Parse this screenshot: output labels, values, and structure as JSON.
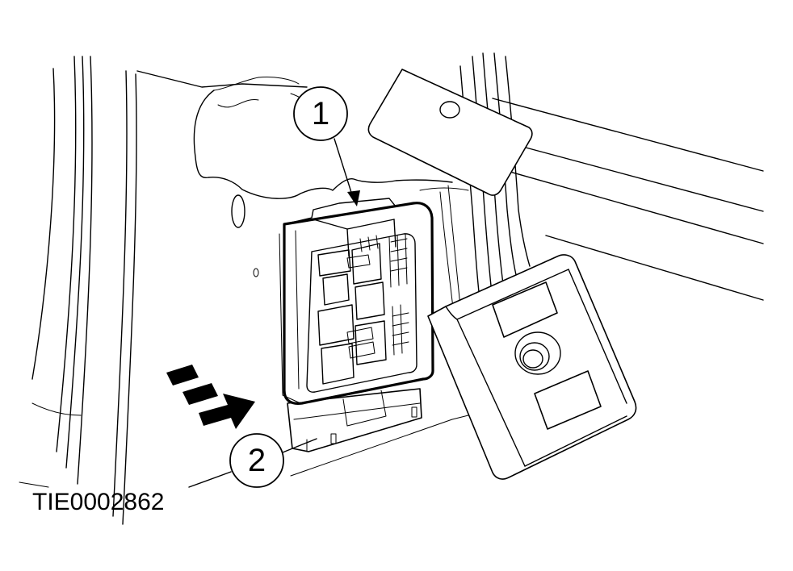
{
  "figure": {
    "id_label": "TIE0002862",
    "callouts": [
      {
        "number": "1",
        "target": "bracket-tab"
      },
      {
        "number": "2",
        "target": "connector-housing"
      }
    ],
    "direction_arrow_icon": "triple-chevron-arrow-icon"
  }
}
